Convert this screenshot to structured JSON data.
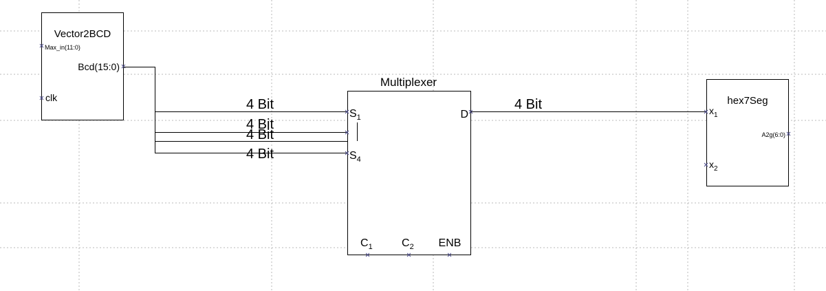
{
  "blocks": {
    "vector2bcd": {
      "title": "Vector2BCD",
      "port_max_in": "Max_in(11:0)",
      "port_bcd": "Bcd(15:0)",
      "port_clk": "clk"
    },
    "multiplexer": {
      "title": "Multiplexer",
      "s1_base": "S",
      "s1_sub": "1",
      "s4_base": "S",
      "s4_sub": "4",
      "d": "D",
      "c1_base": "C",
      "c1_sub": "1",
      "c2_base": "C",
      "c2_sub": "2",
      "enb": "ENB"
    },
    "hex7seg": {
      "title": "hex7Seg",
      "x1_base": "x",
      "x1_sub": "1",
      "x2_base": "x",
      "x2_sub": "2",
      "a2g": "A2g(6:0)"
    }
  },
  "wires": {
    "bus1": "4 Bit",
    "bus2": "4 Bit",
    "bus3": "4 Bit",
    "bus4": "4 Bit",
    "out": "4 Bit"
  },
  "colors": {
    "grid": "#b9b9b9",
    "pin_marker": "#4a4a8a",
    "line": "#000000"
  }
}
